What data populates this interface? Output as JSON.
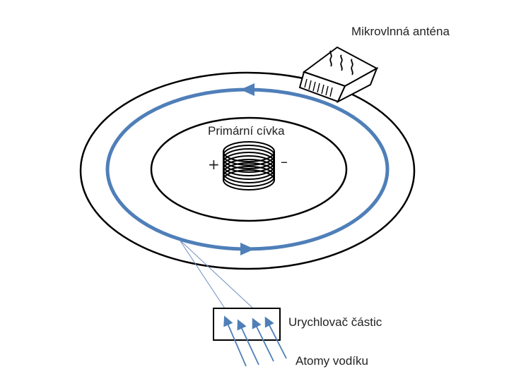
{
  "labels": {
    "antenna": "Mikrovlnná anténa",
    "primary_coil": "Primární cívka",
    "accelerator": "Urychlovač částic",
    "hydrogen_atoms": "Atomy vodíku",
    "plus": "+",
    "minus": "–"
  },
  "colors": {
    "ring": "#000000",
    "beam": "#4f7fb8",
    "guide_line": "#6d8fbd"
  }
}
